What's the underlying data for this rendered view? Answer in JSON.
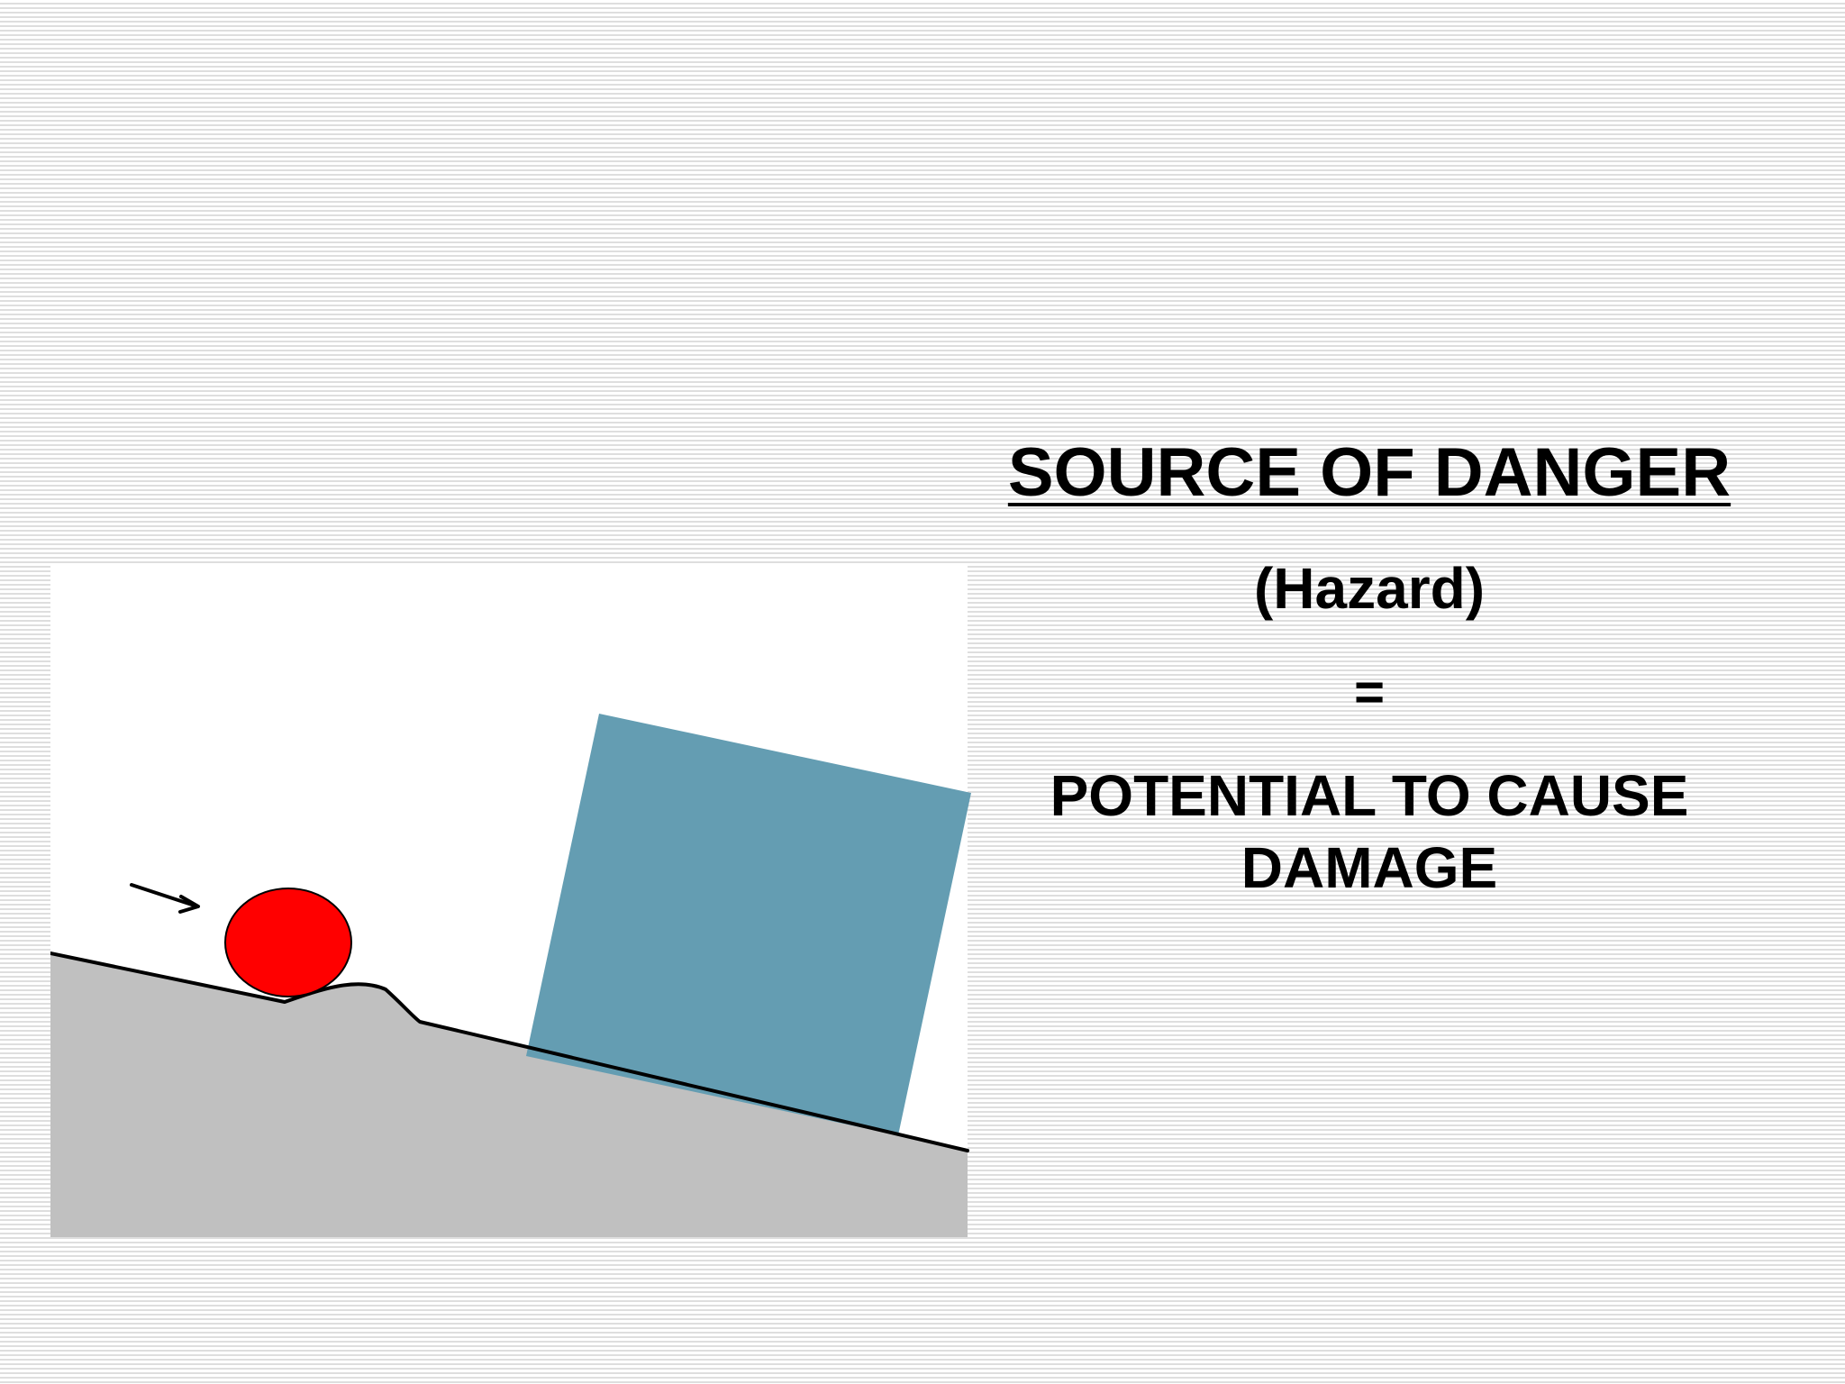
{
  "heading": "SOURCE OF DANGER",
  "subheading": "(Hazard)",
  "equals_sign": "=",
  "definition": "POTENTIAL TO CAUSE DAMAGE",
  "colors": {
    "ball": "#ff0000",
    "block": "#649db2",
    "ground": "#c0c0c0",
    "outline": "#000000"
  },
  "illustration_elements": [
    "ground-slope",
    "red-ball",
    "blue-block",
    "motion-arrow-icon"
  ]
}
